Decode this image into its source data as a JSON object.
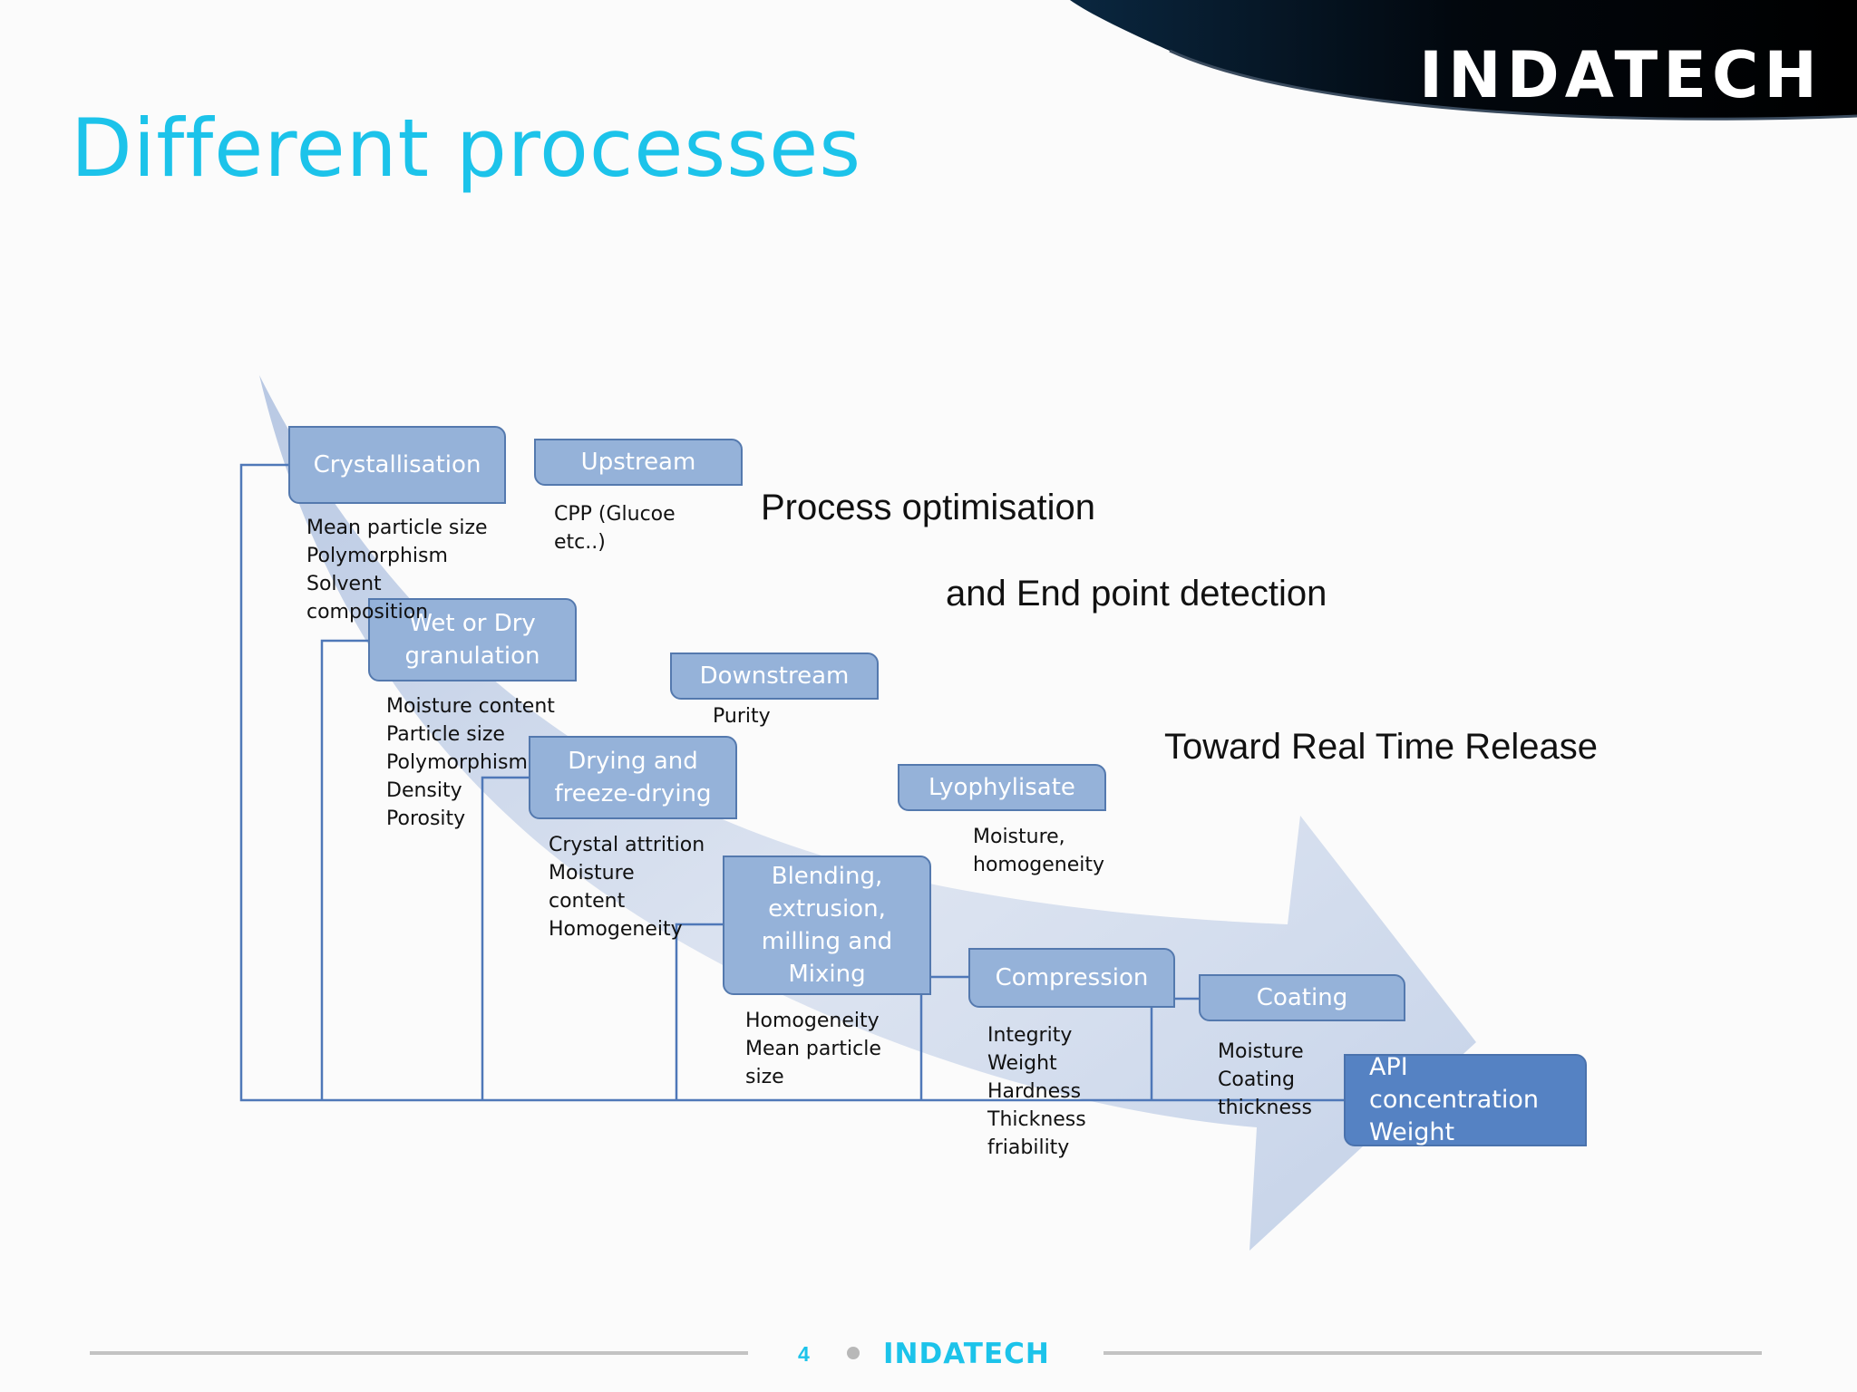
{
  "brand": {
    "name": "INDATECH",
    "accent": "#1cc3ea"
  },
  "title": "Different processes",
  "steps": [
    {
      "label": "Crystallisation",
      "notes": "Mean particle size\nPolymorphism\nSolvent\ncomposition"
    },
    {
      "label": "Upstream",
      "notes": "CPP (Glucoe\netc..)"
    },
    {
      "label": "Wet or Dry\ngranulation",
      "notes": "Moisture content\nParticle size\nPolymorphism\nDensity\nPorosity"
    },
    {
      "label": "Downstream",
      "notes": "Purity"
    },
    {
      "label": "Drying and\nfreeze-drying",
      "notes": "Crystal attrition\nMoisture\ncontent\nHomogeneity"
    },
    {
      "label": "Lyophylisate",
      "notes": "Moisture,\nhomogeneity"
    },
    {
      "label": "Blending,\nextrusion,\nmilling and\nMixing",
      "notes": "Homogeneity\nMean particle\nsize"
    },
    {
      "label": "Compression",
      "notes": "Integrity\nWeight\nHardness\nThickness\nfriability"
    },
    {
      "label": "Coating",
      "notes": "Moisture\nCoating\nthickness"
    },
    {
      "label": "API concentration\nWeight",
      "notes": ""
    }
  ],
  "captions": {
    "process_optimisation": "Process optimisation",
    "end_point": "and End point detection",
    "real_time": "Toward Real Time Release"
  },
  "footer": {
    "page_number": "4",
    "logo": "INDATECH"
  },
  "colors": {
    "box_fill": "#95b2d9",
    "box_border": "#5479ae",
    "final_box_fill": "#5582c3",
    "arrow_fill": "#c9d5e8",
    "connector": "#4f78b8"
  }
}
